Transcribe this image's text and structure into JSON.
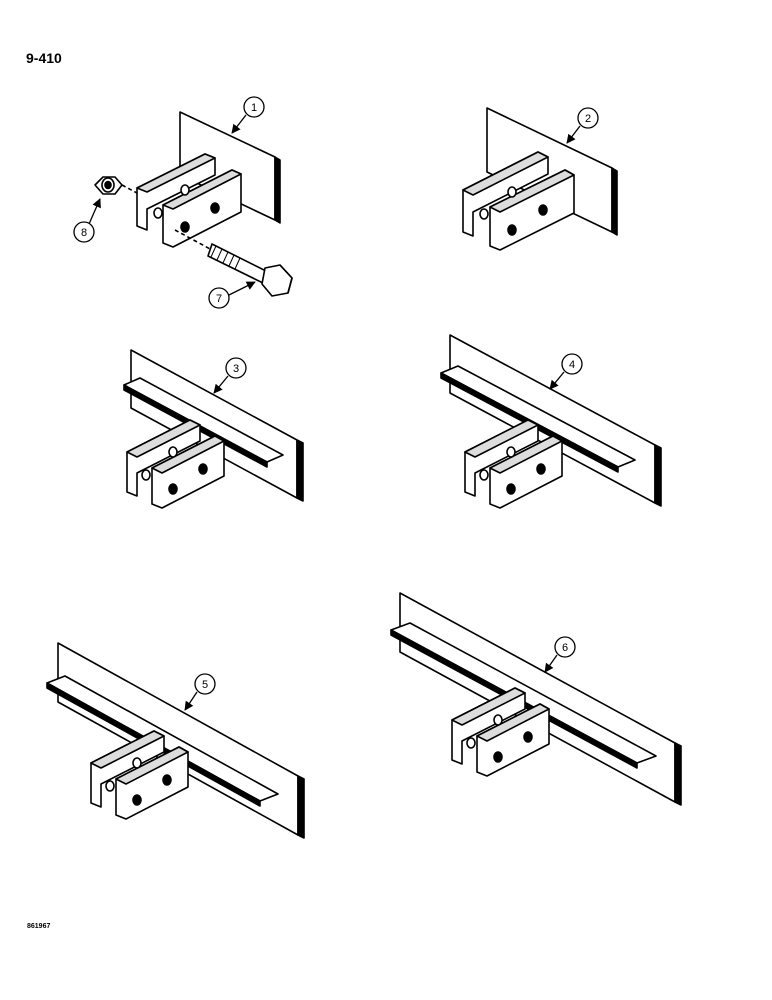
{
  "page_number": "9-410",
  "drawing_code": "861967",
  "callouts": {
    "c1": "1",
    "c2": "2",
    "c3": "3",
    "c4": "4",
    "c5": "5",
    "c6": "6",
    "c7": "7",
    "c8": "8"
  },
  "colors": {
    "line": "#000000",
    "paper": "#ffffff"
  }
}
